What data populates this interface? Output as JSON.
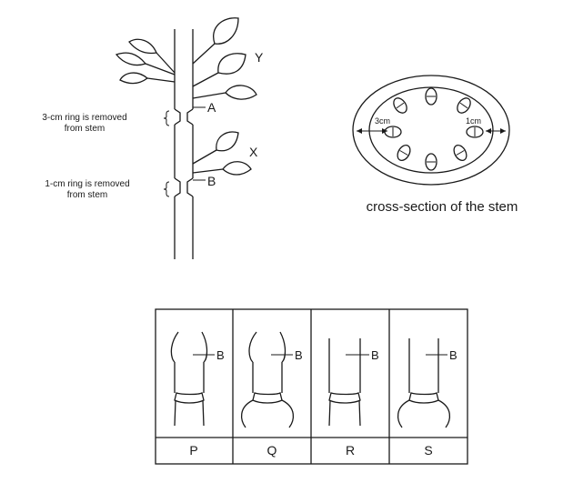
{
  "stem_figure": {
    "label_y": "Y",
    "label_x": "X",
    "label_a": "A",
    "label_b": "B",
    "ring_3cm_line1": "3-cm ring is removed",
    "ring_3cm_line2": "from stem",
    "ring_1cm_line1": "1-cm ring is removed",
    "ring_1cm_line2": "from stem"
  },
  "cross_section": {
    "caption": "cross-section of the stem",
    "left_measure": "3cm",
    "right_measure": "1cm"
  },
  "options": {
    "point_label": "B",
    "items": [
      {
        "label": "P"
      },
      {
        "label": "Q"
      },
      {
        "label": "R"
      },
      {
        "label": "S"
      }
    ]
  }
}
